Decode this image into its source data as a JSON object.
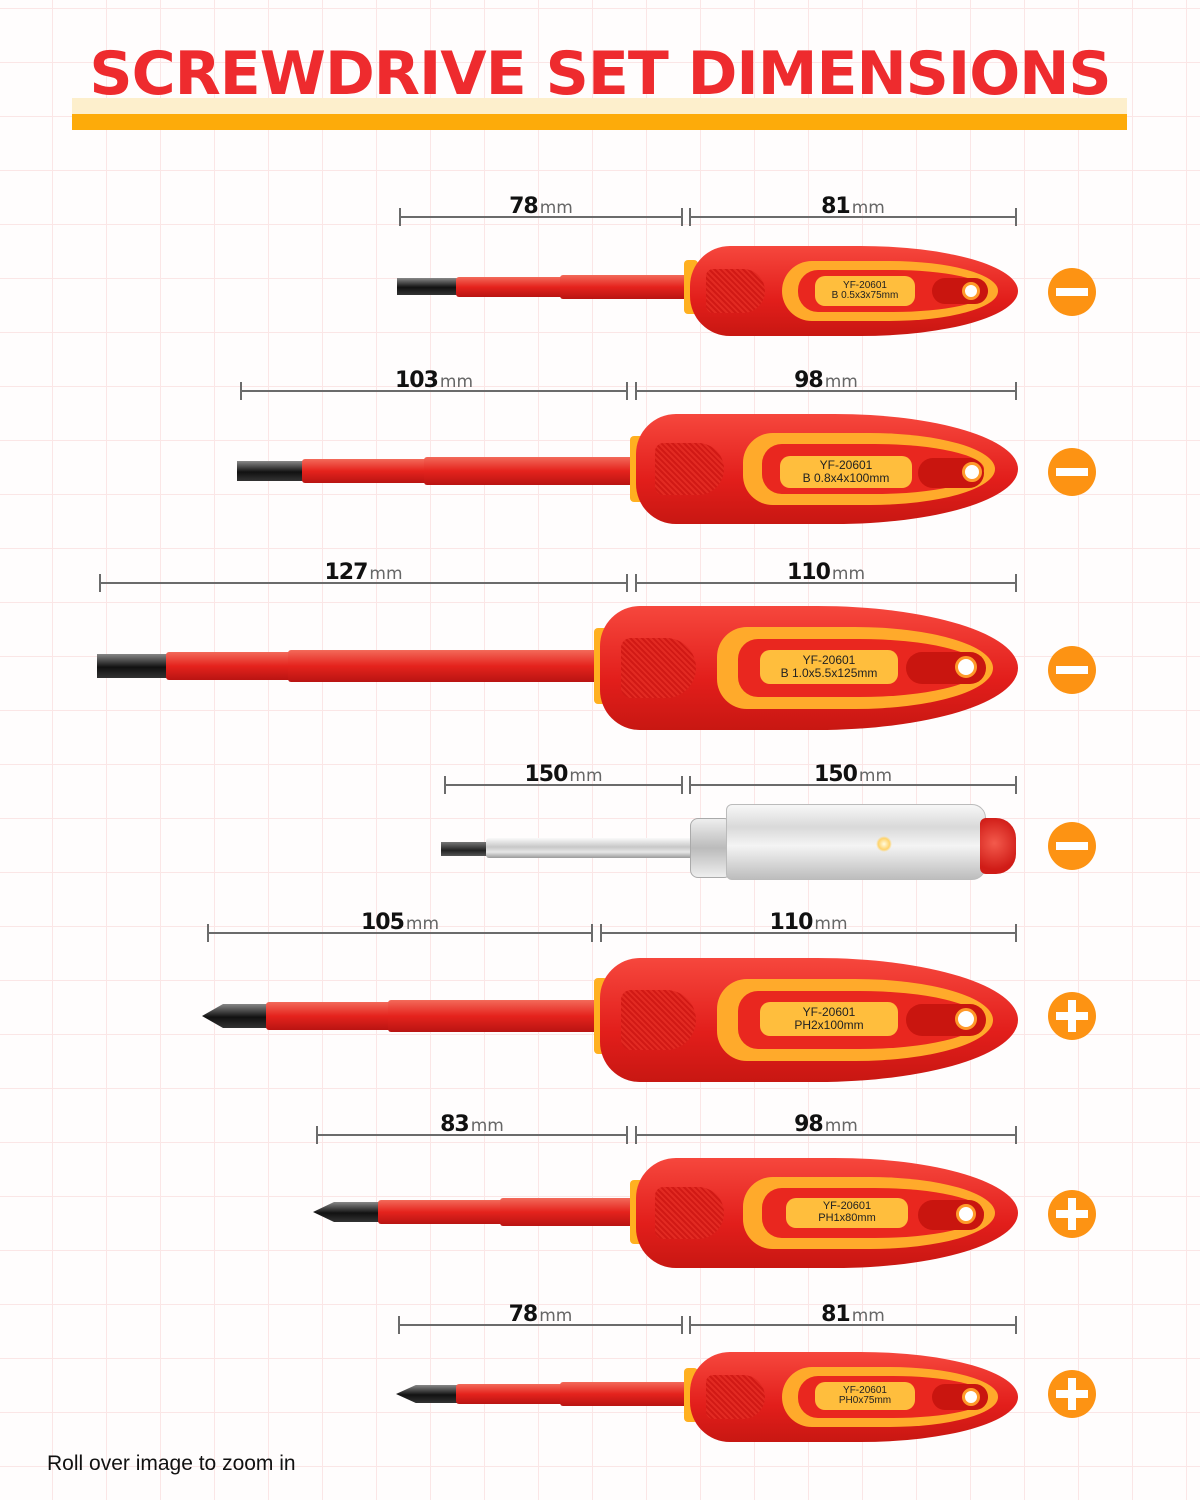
{
  "title": "SCREWDRIVE SET DIMENSIONS",
  "colors": {
    "title_red": "#ee2b2e",
    "underline_orange": "#fdab0a",
    "handle_red": "#e21e1b",
    "handle_yellow": "#ffaa2b",
    "type_icon_orange": "#fd9313",
    "dimension_line": "#6b6b6b"
  },
  "unit": "mm",
  "screwdrivers": [
    {
      "type": "slotted",
      "type_icon": "minus-icon",
      "shaft_length": "78",
      "handle_length": "81",
      "model": "YF-20601",
      "spec": "B 0.5x3x75mm"
    },
    {
      "type": "slotted",
      "type_icon": "minus-icon",
      "shaft_length": "103",
      "handle_length": "98",
      "model": "YF-20601",
      "spec": "B 0.8x4x100mm"
    },
    {
      "type": "slotted",
      "type_icon": "minus-icon",
      "shaft_length": "127",
      "handle_length": "110",
      "model": "YF-20601",
      "spec": "B 1.0x5.5x125mm"
    },
    {
      "type": "voltage-tester",
      "type_icon": "minus-icon",
      "shaft_length": "150",
      "handle_length": "150"
    },
    {
      "type": "phillips",
      "type_icon": "plus-icon",
      "shaft_length": "105",
      "handle_length": "110",
      "model": "YF-20601",
      "spec": "PH2x100mm"
    },
    {
      "type": "phillips",
      "type_icon": "plus-icon",
      "shaft_length": "83",
      "handle_length": "98",
      "model": "YF-20601",
      "spec": "PH1x80mm"
    },
    {
      "type": "phillips",
      "type_icon": "plus-icon",
      "shaft_length": "78",
      "handle_length": "81",
      "model": "YF-20601",
      "spec": "PH0x75mm"
    }
  ],
  "footer": {
    "hint": "Roll over image to zoom in"
  }
}
